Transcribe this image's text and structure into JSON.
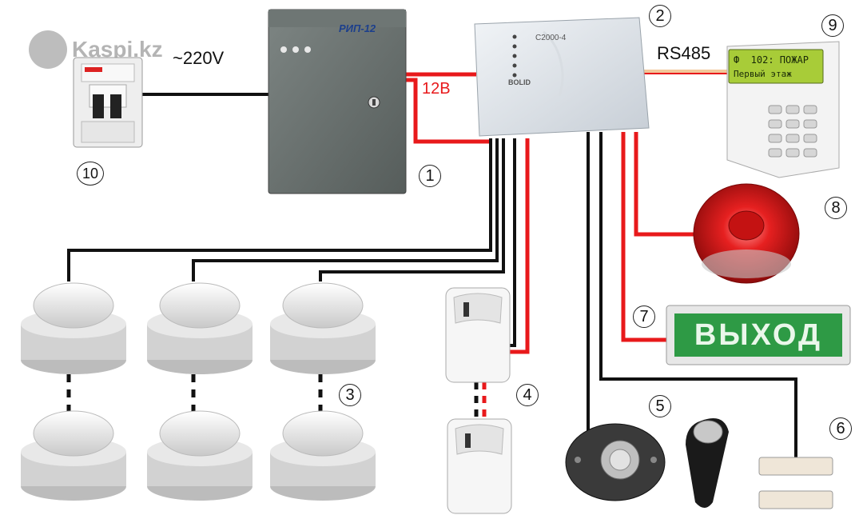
{
  "watermark": {
    "text": "Kaspi.kz"
  },
  "labels": {
    "mains_voltage": "~220V",
    "psu_voltage": "12В",
    "bus": "RS485"
  },
  "devices": {
    "psu_title": "РИП-12",
    "controller_title": "С2000-4",
    "controller_brand": "BOLID",
    "keypad_line1": "Ф  102: ПОЖАР",
    "keypad_line2": "Первый этаж",
    "exit_sign_text": "ВЫХОД"
  },
  "callouts": [
    "1",
    "2",
    "3",
    "4",
    "5",
    "6",
    "7",
    "8",
    "9",
    "10"
  ],
  "colors": {
    "power_wire": "#e8191b",
    "signal_wire": "#111111",
    "bus_wire": "#f2c89a",
    "exit_sign": "#2e9a45",
    "siren": "#d81a1a",
    "keypad_lcd": "#a8cc38"
  }
}
